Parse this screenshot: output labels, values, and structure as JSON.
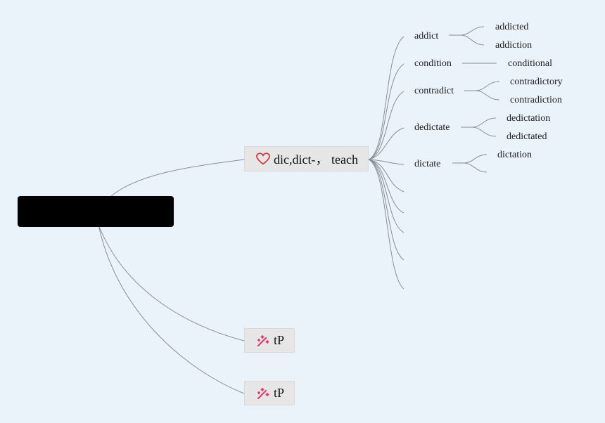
{
  "root": {
    "label": ""
  },
  "main_topic": {
    "label": "dic,dict-， teach",
    "icon": "heart-icon"
  },
  "branches": [
    {
      "label": "addict",
      "children": [
        "addicted",
        "addiction"
      ]
    },
    {
      "label": "condition",
      "children": [
        "conditional"
      ]
    },
    {
      "label": "contradict",
      "children": [
        "contradictory",
        "contradiction"
      ]
    },
    {
      "label": "dedictate",
      "children": [
        "dedictation",
        "dedictated"
      ]
    },
    {
      "label": "dictate",
      "children": [
        "dictation",
        ""
      ]
    },
    {
      "label": "",
      "children": []
    },
    {
      "label": "",
      "children": []
    },
    {
      "label": "",
      "children": []
    },
    {
      "label": "",
      "children": []
    },
    {
      "label": "",
      "children": []
    }
  ],
  "secondary_topics": [
    {
      "label": "tP",
      "icon": "magic-wand-icon"
    },
    {
      "label": "tP",
      "icon": "magic-wand-icon"
    }
  ],
  "colors": {
    "background": "#eaf2fa",
    "line": "#8a8f96",
    "heart": "#d23c3c",
    "wand": "#e8336b"
  }
}
